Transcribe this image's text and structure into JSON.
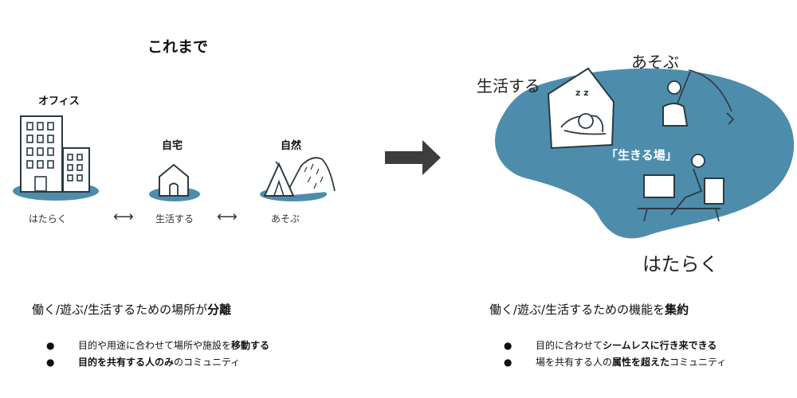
{
  "before": {
    "title": "これまで",
    "office_label": "オフィス",
    "home_label": "自宅",
    "nature_label": "自然",
    "work_label": "はたらく",
    "live_label": "生活する",
    "play_label": "あそぶ",
    "arrow_lr": "⟷",
    "heading_prefix": "働く/遊ぶ/生活するための場所が",
    "heading_bold": "分離",
    "bullet1_text": "目的や用途に合わせて場所や施設を",
    "bullet1_bold": "移動する",
    "bullet2_bold": "目的を共有する人のみ",
    "bullet2_text": "のコミュニティ",
    "bullet_mark": "●"
  },
  "after": {
    "live_label": "生活する",
    "play_label": "あそぶ",
    "work_label": "はたらく",
    "center_label": "「生きる場」",
    "zz": "z z",
    "heading_prefix": "働く/遊ぶ/生活するための機能を",
    "heading_bold": "集約",
    "bullet1_text": "目的に合わせて",
    "bullet1_bold": "シームレスに行き来できる",
    "bullet2_text": "場を共有する人の",
    "bullet2_bold": "属性を超えた",
    "bullet2_tail": "コミュニティ",
    "bullet_mark": "●"
  },
  "colors": {
    "blob_blue": "#4e8cac",
    "arrow_gray": "#3d3d3d",
    "line": "#2b3a40"
  }
}
